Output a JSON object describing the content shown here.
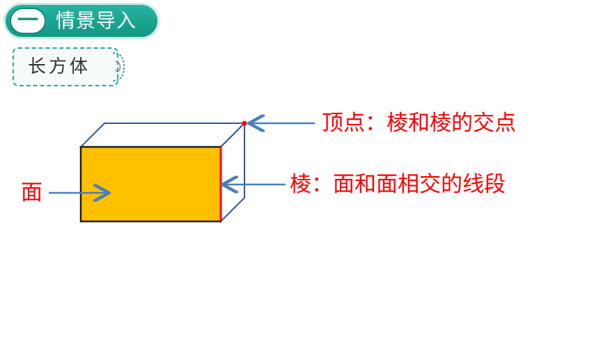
{
  "header": {
    "section_number": "一",
    "section_title": "情景导入"
  },
  "topic_label": "长方体",
  "annotations": {
    "vertex": "顶点：棱和棱的交点",
    "edge": "棱：面和面相交的线段",
    "face": "面"
  },
  "colors": {
    "header_teal": "#1aa690",
    "front_face": "#ffc000",
    "highlight_red": "#ff0000",
    "arrow_blue": "#4a7ebb",
    "outline_blue": "#2f5597"
  }
}
